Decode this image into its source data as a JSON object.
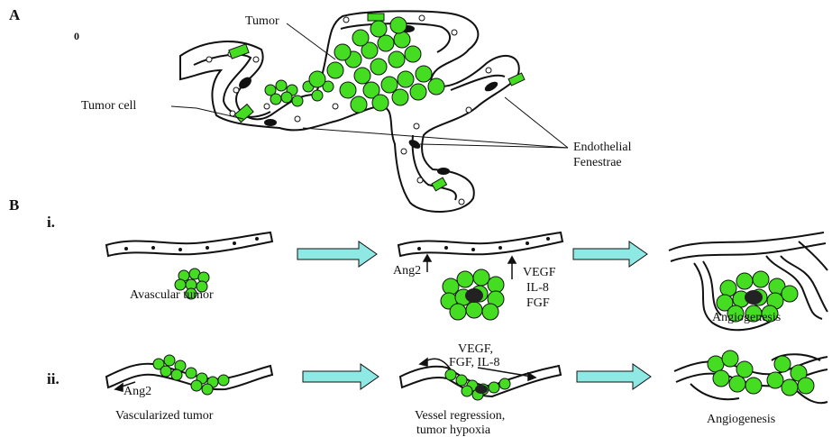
{
  "panelA": {
    "letter": "A",
    "marker": "0",
    "labels": {
      "tumor": "Tumor",
      "tumor_cell": "Tumor cell",
      "endothelial_line1": "Endothelial",
      "endothelial_line2": "Fenestrae"
    }
  },
  "panelB": {
    "letter": "B",
    "row1": {
      "numeral": "i.",
      "stage1": "Avascular tumor",
      "ang2": "Ang2",
      "factors": [
        "VEGF",
        "IL-8",
        "FGF"
      ],
      "stage3": "Angiogenesis"
    },
    "row2": {
      "numeral": "ii.",
      "ang2": "Ang2",
      "stage1": "Vascularized tumor",
      "factors_line1": "VEGF,",
      "factors_line2": "FGF, IL-8",
      "stage2_line1": "Vessel regression,",
      "stage2_line2": "tumor hypoxia",
      "stage3": "Angiogenesis"
    }
  },
  "colors": {
    "tumor_fill": "#44dd22",
    "arrow_fill": "#8ee8e4",
    "line": "#111111"
  }
}
